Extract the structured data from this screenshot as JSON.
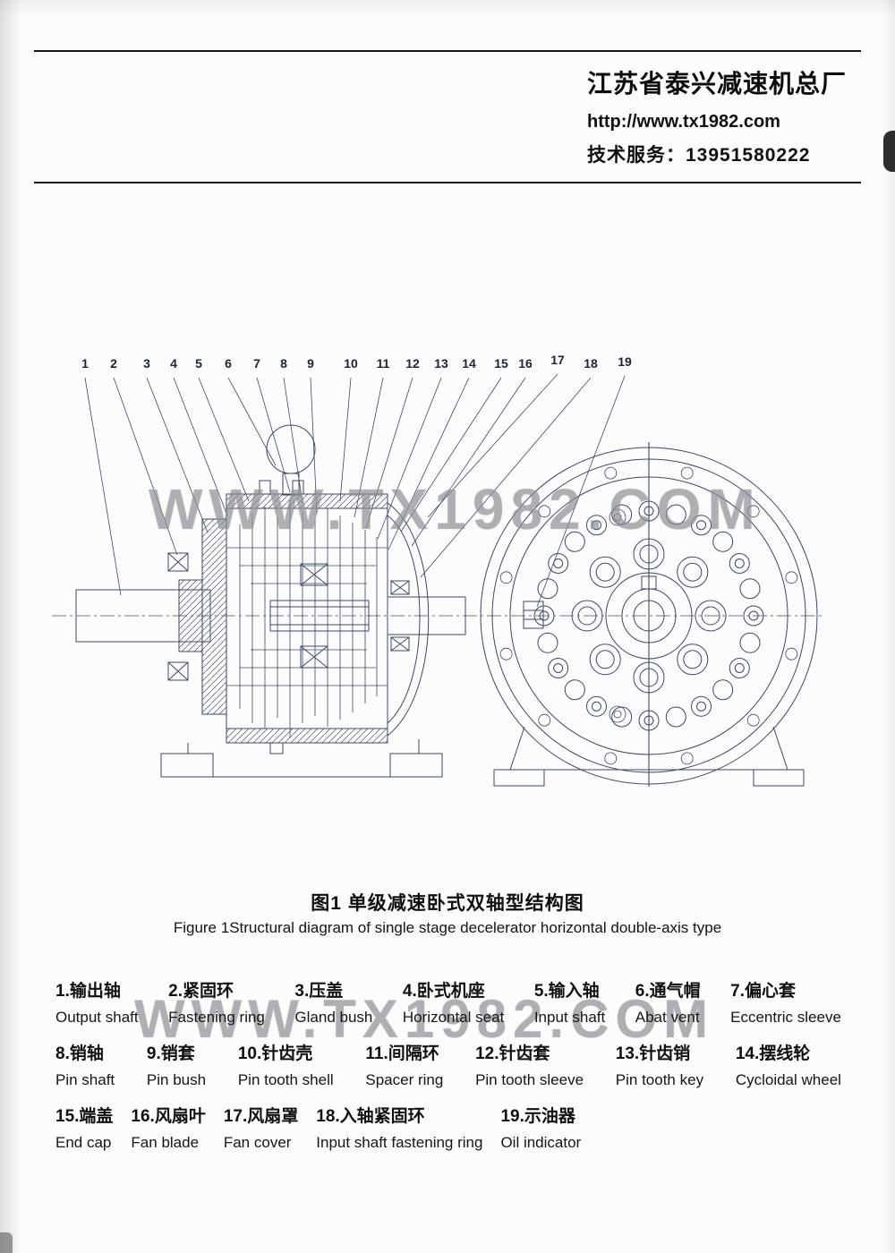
{
  "header": {
    "company": "江苏省泰兴减速机总厂",
    "website": "http://www.tx1982.com",
    "service_line": "技术服务：13951580222"
  },
  "watermark": {
    "text": "WWW.TX1982.COM"
  },
  "diagram": {
    "callouts": [
      "1",
      "2",
      "3",
      "4",
      "5",
      "6",
      "7",
      "8",
      "9",
      "10",
      "11",
      "12",
      "13",
      "14",
      "15",
      "16",
      "17",
      "18",
      "19"
    ]
  },
  "caption": {
    "title_zh": "图1 单级减速卧式双轴型结构图",
    "title_en": "Figure 1Structural diagram of single stage decelerator horizontal double-axis type"
  },
  "parts_rows": [
    [
      {
        "zh": "1.输出轴",
        "en": "Output shaft"
      },
      {
        "zh": "2.紧固环",
        "en": "Fastening ring"
      },
      {
        "zh": "3.压盖",
        "en": "Gland bush"
      },
      {
        "zh": "4.卧式机座",
        "en": "Horizontal seat"
      },
      {
        "zh": "5.输入轴",
        "en": "Input shaft"
      },
      {
        "zh": "6.通气帽",
        "en": "Abat vent"
      },
      {
        "zh": "7.偏心套",
        "en": "Eccentric sleeve"
      }
    ],
    [
      {
        "zh": "8.销轴",
        "en": "Pin shaft"
      },
      {
        "zh": "9.销套",
        "en": "Pin bush"
      },
      {
        "zh": "10.针齿壳",
        "en": "Pin tooth shell"
      },
      {
        "zh": "11.间隔环",
        "en": "Spacer ring"
      },
      {
        "zh": "12.针齿套",
        "en": "Pin tooth sleeve"
      },
      {
        "zh": "13.针齿销",
        "en": "Pin tooth key"
      },
      {
        "zh": "14.摆线轮",
        "en": "Cycloidal wheel"
      }
    ],
    [
      {
        "zh": "15.端盖",
        "en": "End cap"
      },
      {
        "zh": "16.风扇叶",
        "en": "Fan blade"
      },
      {
        "zh": "17.风扇罩",
        "en": "Fan cover"
      },
      {
        "zh": "18.入轴紧固环",
        "en": "Input shaft fastening ring"
      },
      {
        "zh": "19.示油器",
        "en": "Oil indicator"
      }
    ]
  ]
}
